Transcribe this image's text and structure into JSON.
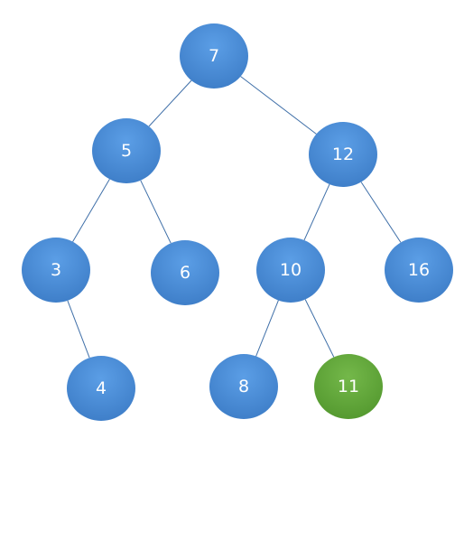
{
  "tree": {
    "edge_color": "#3f6fa8",
    "node_color": "#4a8ad6",
    "highlight_color": "#5fa33a",
    "nodes": [
      {
        "id": "n7",
        "label": "7",
        "highlighted": false
      },
      {
        "id": "n5",
        "label": "5",
        "highlighted": false
      },
      {
        "id": "n12",
        "label": "12",
        "highlighted": false
      },
      {
        "id": "n3",
        "label": "3",
        "highlighted": false
      },
      {
        "id": "n6",
        "label": "6",
        "highlighted": false
      },
      {
        "id": "n10",
        "label": "10",
        "highlighted": false
      },
      {
        "id": "n16",
        "label": "16",
        "highlighted": false
      },
      {
        "id": "n4",
        "label": "4",
        "highlighted": false
      },
      {
        "id": "n8",
        "label": "8",
        "highlighted": false
      },
      {
        "id": "n11",
        "label": "11",
        "highlighted": true
      }
    ],
    "edges": [
      {
        "from": "n7",
        "to": "n5"
      },
      {
        "from": "n7",
        "to": "n12"
      },
      {
        "from": "n5",
        "to": "n3"
      },
      {
        "from": "n5",
        "to": "n6"
      },
      {
        "from": "n3",
        "to": "n4"
      },
      {
        "from": "n12",
        "to": "n10"
      },
      {
        "from": "n12",
        "to": "n16"
      },
      {
        "from": "n10",
        "to": "n8"
      },
      {
        "from": "n10",
        "to": "n11"
      }
    ]
  }
}
